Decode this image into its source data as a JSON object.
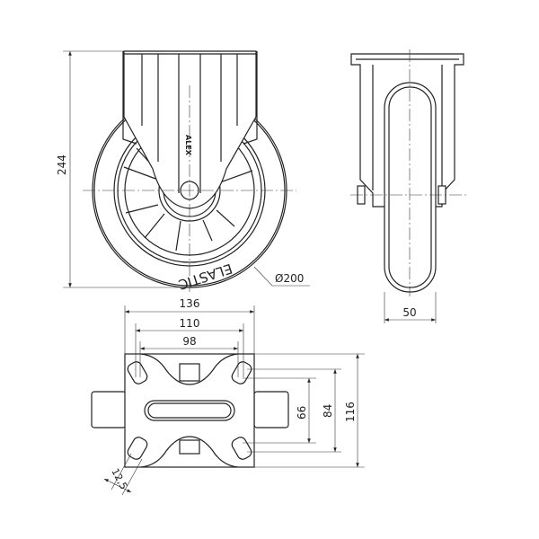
{
  "drawing": {
    "logo_text": "ALEX",
    "tire_text": "ELASTIC",
    "front_view": {
      "height_dim": "244",
      "diameter_dim": "Ø200"
    },
    "side_view": {
      "width_dim": "50"
    },
    "plan_view": {
      "plate_width_dim": "136",
      "hole_spacing_outer_dim": "110",
      "hole_spacing_inner_dim": "98",
      "plate_length_dim": "116",
      "hole_spacing_long_dim": "84",
      "hole_spacing_short_dim": "66",
      "slot_width_dim": "12,5"
    }
  }
}
